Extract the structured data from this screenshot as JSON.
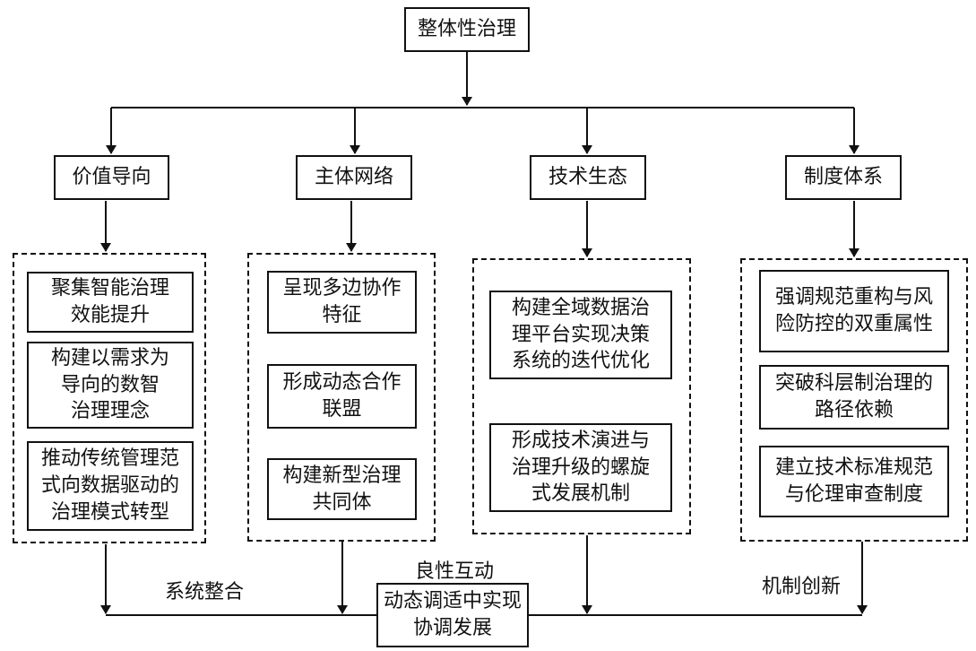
{
  "root": {
    "title": "整体性治理"
  },
  "columns": [
    {
      "header": "价值导向",
      "items": [
        "聚集智能治理\n效能提升",
        "构建以需求为\n导向的数智\n治理理念",
        "推动传统管理范\n式向数据驱动的\n治理模式转型"
      ]
    },
    {
      "header": "主体网络",
      "items": [
        "呈现多边协作\n特征",
        "形成动态合作\n联盟",
        "构建新型治理\n共同体"
      ]
    },
    {
      "header": "技术生态",
      "items": [
        "构建全域数据治\n理平台实现决策\n系统的迭代优化",
        "形成技术演进与\n治理升级的螺旋\n式发展机制"
      ]
    },
    {
      "header": "制度体系",
      "items": [
        "强调规范重构与风\n险防控的双重属性",
        "突破科层制治理的\n路径依赖",
        "建立技术标准规范\n与伦理审查制度"
      ]
    }
  ],
  "outcome": {
    "title": "动态调适中实现\n协调发展"
  },
  "link_labels": {
    "system_integration": "系统整合",
    "positive_interaction": "良性互动",
    "mechanism_innovation": "机制创新"
  }
}
